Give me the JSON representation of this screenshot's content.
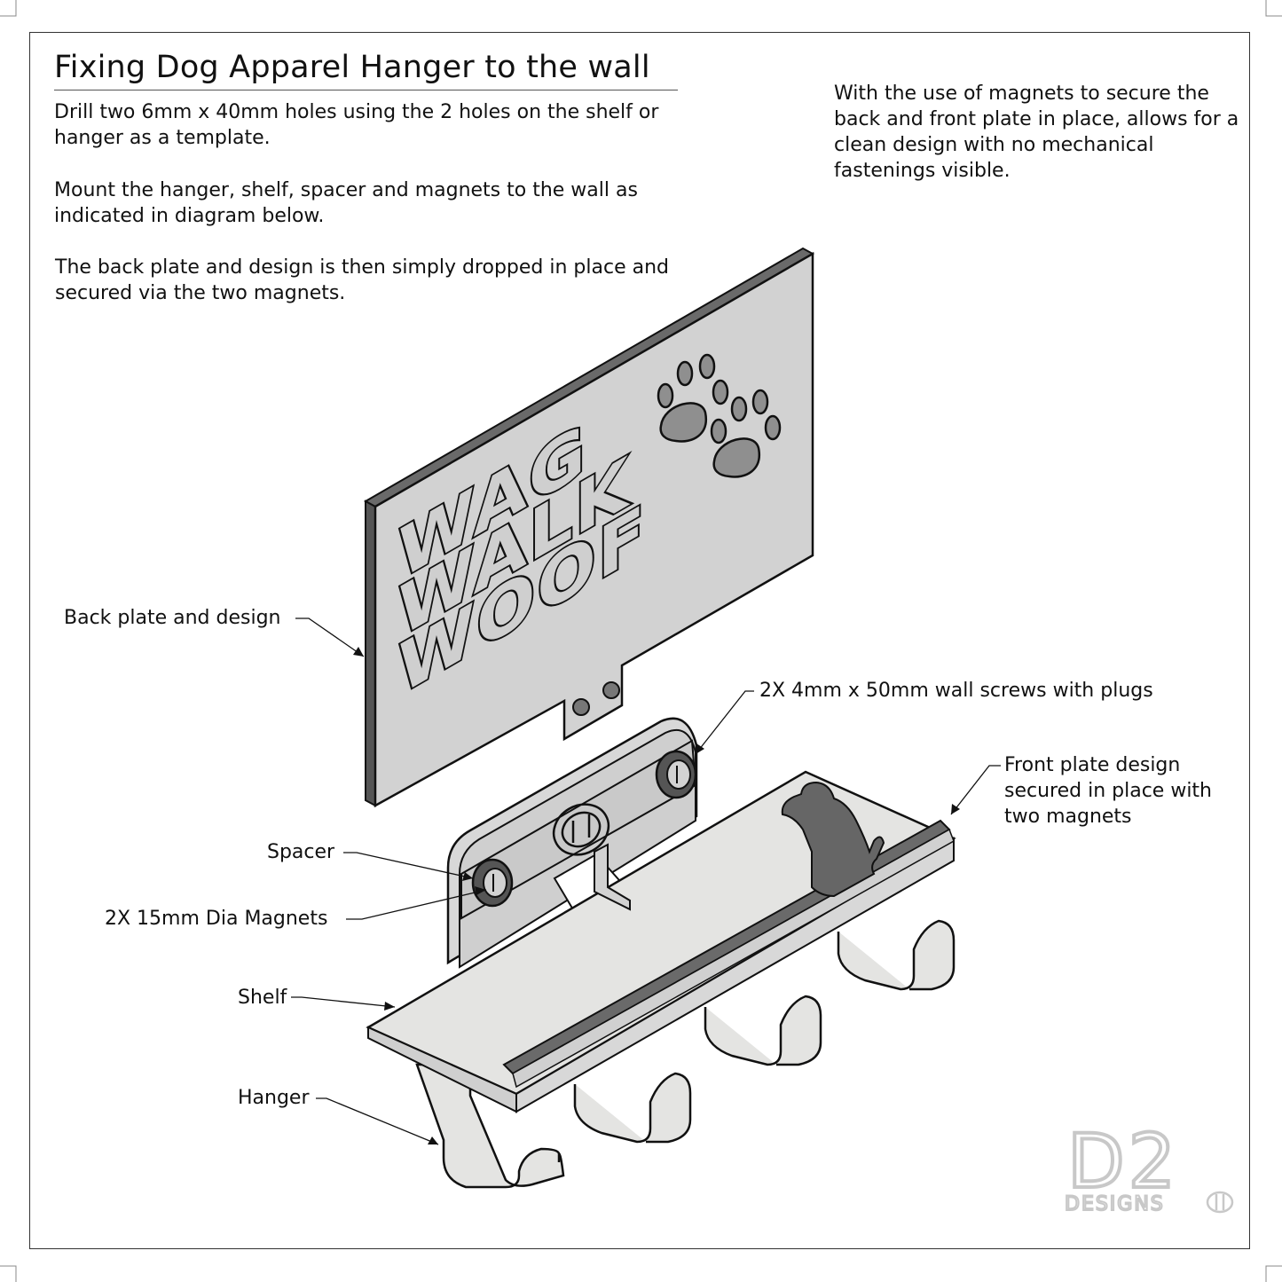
{
  "title": "Fixing Dog Apparel Hanger to the wall",
  "instructions": {
    "step1": "Drill two 6mm x 40mm holes using the 2 holes on the shelf or hanger as a template.",
    "step2": "Mount the hanger, shelf, spacer and magnets to the wall as indicated in diagram below.",
    "step3": "The back plate and design is then simply dropped in place and secured via the two magnets."
  },
  "note": "With the use of magnets to secure the back and front plate in place, allows for a clean design with no mechanical fastenings visible.",
  "callouts": {
    "back_plate": "Back plate and design",
    "screws": "2X 4mm x 50mm wall screws with plugs",
    "front_plate": "Front plate design secured in place with two magnets",
    "spacer": "Spacer",
    "magnets": "2X 15mm Dia Magnets",
    "shelf": "Shelf",
    "hanger": "Hanger"
  },
  "plate_text": {
    "line1": "WAG",
    "line2": "WALK",
    "line3": "WOOF"
  },
  "logo": {
    "main": "D2",
    "sub": "DESIGNS"
  },
  "colors": {
    "part_fill": "#d2d2d2",
    "part_light": "#e4e4e2",
    "part_dark": "#6a6a6a",
    "outline": "#111111",
    "logo": "#c8c8c8"
  }
}
